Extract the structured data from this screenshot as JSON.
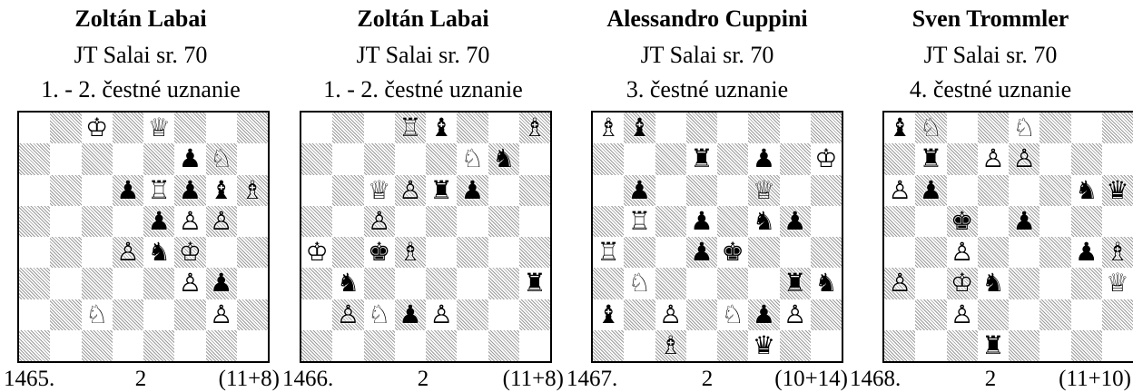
{
  "problems": [
    {
      "author": "Zoltán Labai",
      "source": "JT Salai sr. 70",
      "honor": "1. - 2. čestné uznanie",
      "number": "1465.",
      "moves": "2",
      "pieces_count": "(11+8)",
      "board": [
        "2K1Q3",
        "5pN1",
        "3pRpbB",
        "4pPP1",
        "3PnK2",
        "5Pp1",
        "2N3P1",
        "8"
      ]
    },
    {
      "author": "Zoltán Labai",
      "source": "JT Salai sr. 70",
      "honor": "1. - 2. čestné uznanie",
      "number": "1466.",
      "moves": "2",
      "pieces_count": "(11+8)",
      "board": [
        "3Rb2B",
        "5Nn1",
        "2QPrp2",
        "2P5",
        "K1kB4",
        "1n5r",
        "1PNpP3",
        "8"
      ]
    },
    {
      "author": "Alessandro Cuppini",
      "source": "JT Salai sr. 70",
      "honor": "3. čestné uznanie",
      "number": "1467.",
      "moves": "2",
      "pieces_count": "(10+14)",
      "board": [
        "Bb6",
        "3r1p1K",
        "1p3Q2",
        "1R1p1np1",
        "R2pk3",
        "1N4rn",
        "b1P1NpP1",
        "2B2q2"
      ]
    },
    {
      "author": "Sven Trommler",
      "source": "JT Salai sr. 70",
      "honor": "4. čestné uznanie",
      "number": "1468.",
      "moves": "2",
      "pieces_count": "(11+10)",
      "board": [
        "bN2N3",
        "1r1PP3",
        "Pp4nq",
        "2k1p3",
        "2P3pB",
        "P1Kn3Q",
        "2P5",
        "3r4"
      ]
    }
  ],
  "piece_glyphs": {
    "K": "♔",
    "Q": "♕",
    "R": "♖",
    "B": "♗",
    "N": "♘",
    "P": "♙",
    "k": "♚",
    "q": "♛",
    "r": "♜",
    "b": "♝",
    "n": "♞",
    "p": "♟"
  },
  "piece_names": {
    "K": "white-king",
    "Q": "white-queen",
    "R": "white-rook",
    "B": "white-bishop",
    "N": "white-knight",
    "P": "white-pawn",
    "k": "black-king",
    "q": "black-queen",
    "r": "black-rook",
    "b": "black-bishop",
    "n": "black-knight",
    "p": "black-pawn"
  }
}
